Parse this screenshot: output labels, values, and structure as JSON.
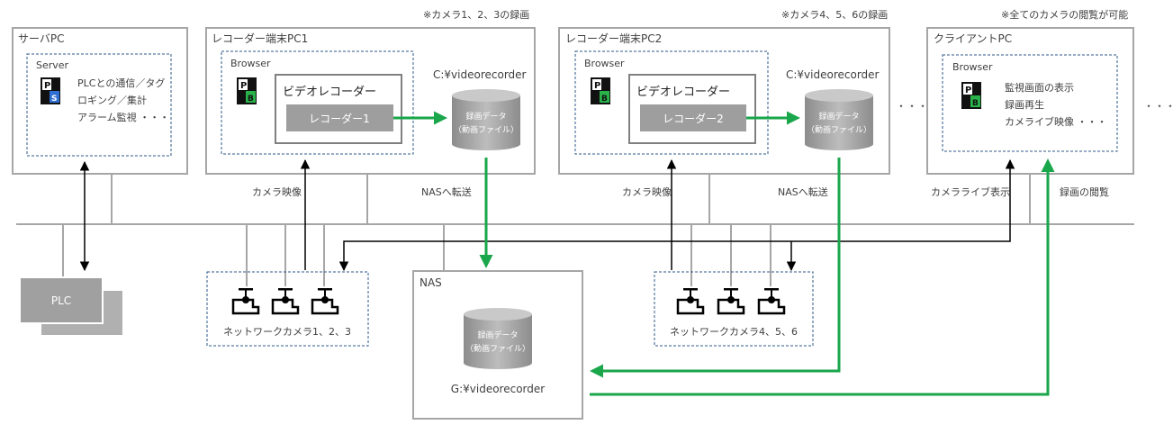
{
  "notes": {
    "pc1": "※カメラ1、2、3の録画",
    "pc2": "※カメラ4、5、6の録画",
    "client": "※全てのカメラの閲覧が可能"
  },
  "server_pc": {
    "title": "サーバPC",
    "inner": "Server",
    "lines": [
      "PLCとの通信／タグ",
      "ロギング／集計",
      "アラーム監視 ・・・"
    ]
  },
  "recorder_pc1": {
    "title": "レコーダー端末PC1",
    "browser": "Browser",
    "app": "ビデオレコーダー",
    "recorder": "レコーダー1",
    "drive": "C:¥videorecorder",
    "db": [
      "録画データ",
      "（動画ファイル）"
    ]
  },
  "recorder_pc2": {
    "title": "レコーダー端末PC2",
    "browser": "Browser",
    "app": "ビデオレコーダー",
    "recorder": "レコーダー2",
    "drive": "C:¥videorecorder",
    "db": [
      "録画データ",
      "（動画ファイル）"
    ]
  },
  "client_pc": {
    "title": "クライアントPC",
    "browser": "Browser",
    "lines": [
      "監視画面の表示",
      "録画再生",
      "カメライブ映像 ・・・"
    ]
  },
  "ellipsis": "・・・",
  "labels": {
    "camera_video_1": "カメラ映像",
    "nas_transfer_1": "NASへ転送",
    "camera_video_2": "カメラ映像",
    "nas_transfer_2": "NASへ転送",
    "camera_live": "カメラライブ表示",
    "view_recording": "録画の閲覧"
  },
  "plc": "PLC",
  "cameras_group1": "ネットワークカメラ1、2、3",
  "cameras_group2": "ネットワークカメラ4、5、6",
  "nas": {
    "title": "NAS",
    "db": [
      "録画データ",
      "（動画ファイル）"
    ],
    "drive": "G:¥videorecorder"
  },
  "colors": {
    "box_border": "#a6a6a6",
    "dashed": "#2e5a8a",
    "arrow_green": "#1aa64b",
    "text": "#404040",
    "recorder_fill": "#9e9e9e",
    "db_fill": "#a8a8a8",
    "plc_fill": "#a0a0a0"
  }
}
